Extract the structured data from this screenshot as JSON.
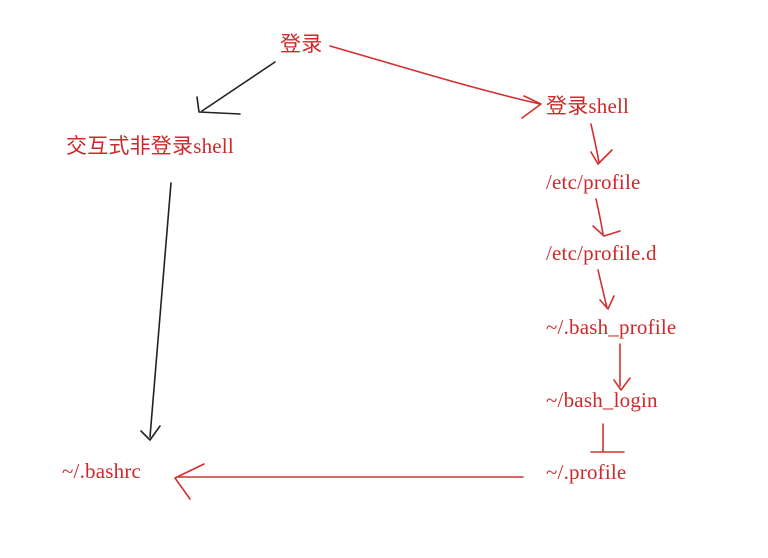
{
  "diagram": {
    "nodes": {
      "login": "登录",
      "login_shell": "登录shell",
      "interactive_non_login_shell": "交互式非登录shell",
      "etc_profile": "/etc/profile",
      "etc_profile_d": "/etc/profile.d",
      "bash_profile": "~/.bash_profile",
      "bash_login": "~/bash_login",
      "profile": "~/.profile",
      "bashrc": "~/.bashrc"
    },
    "colors": {
      "text": "#cc2a2a",
      "red_arrow": "#d23030",
      "black_arrow": "#222222"
    }
  }
}
